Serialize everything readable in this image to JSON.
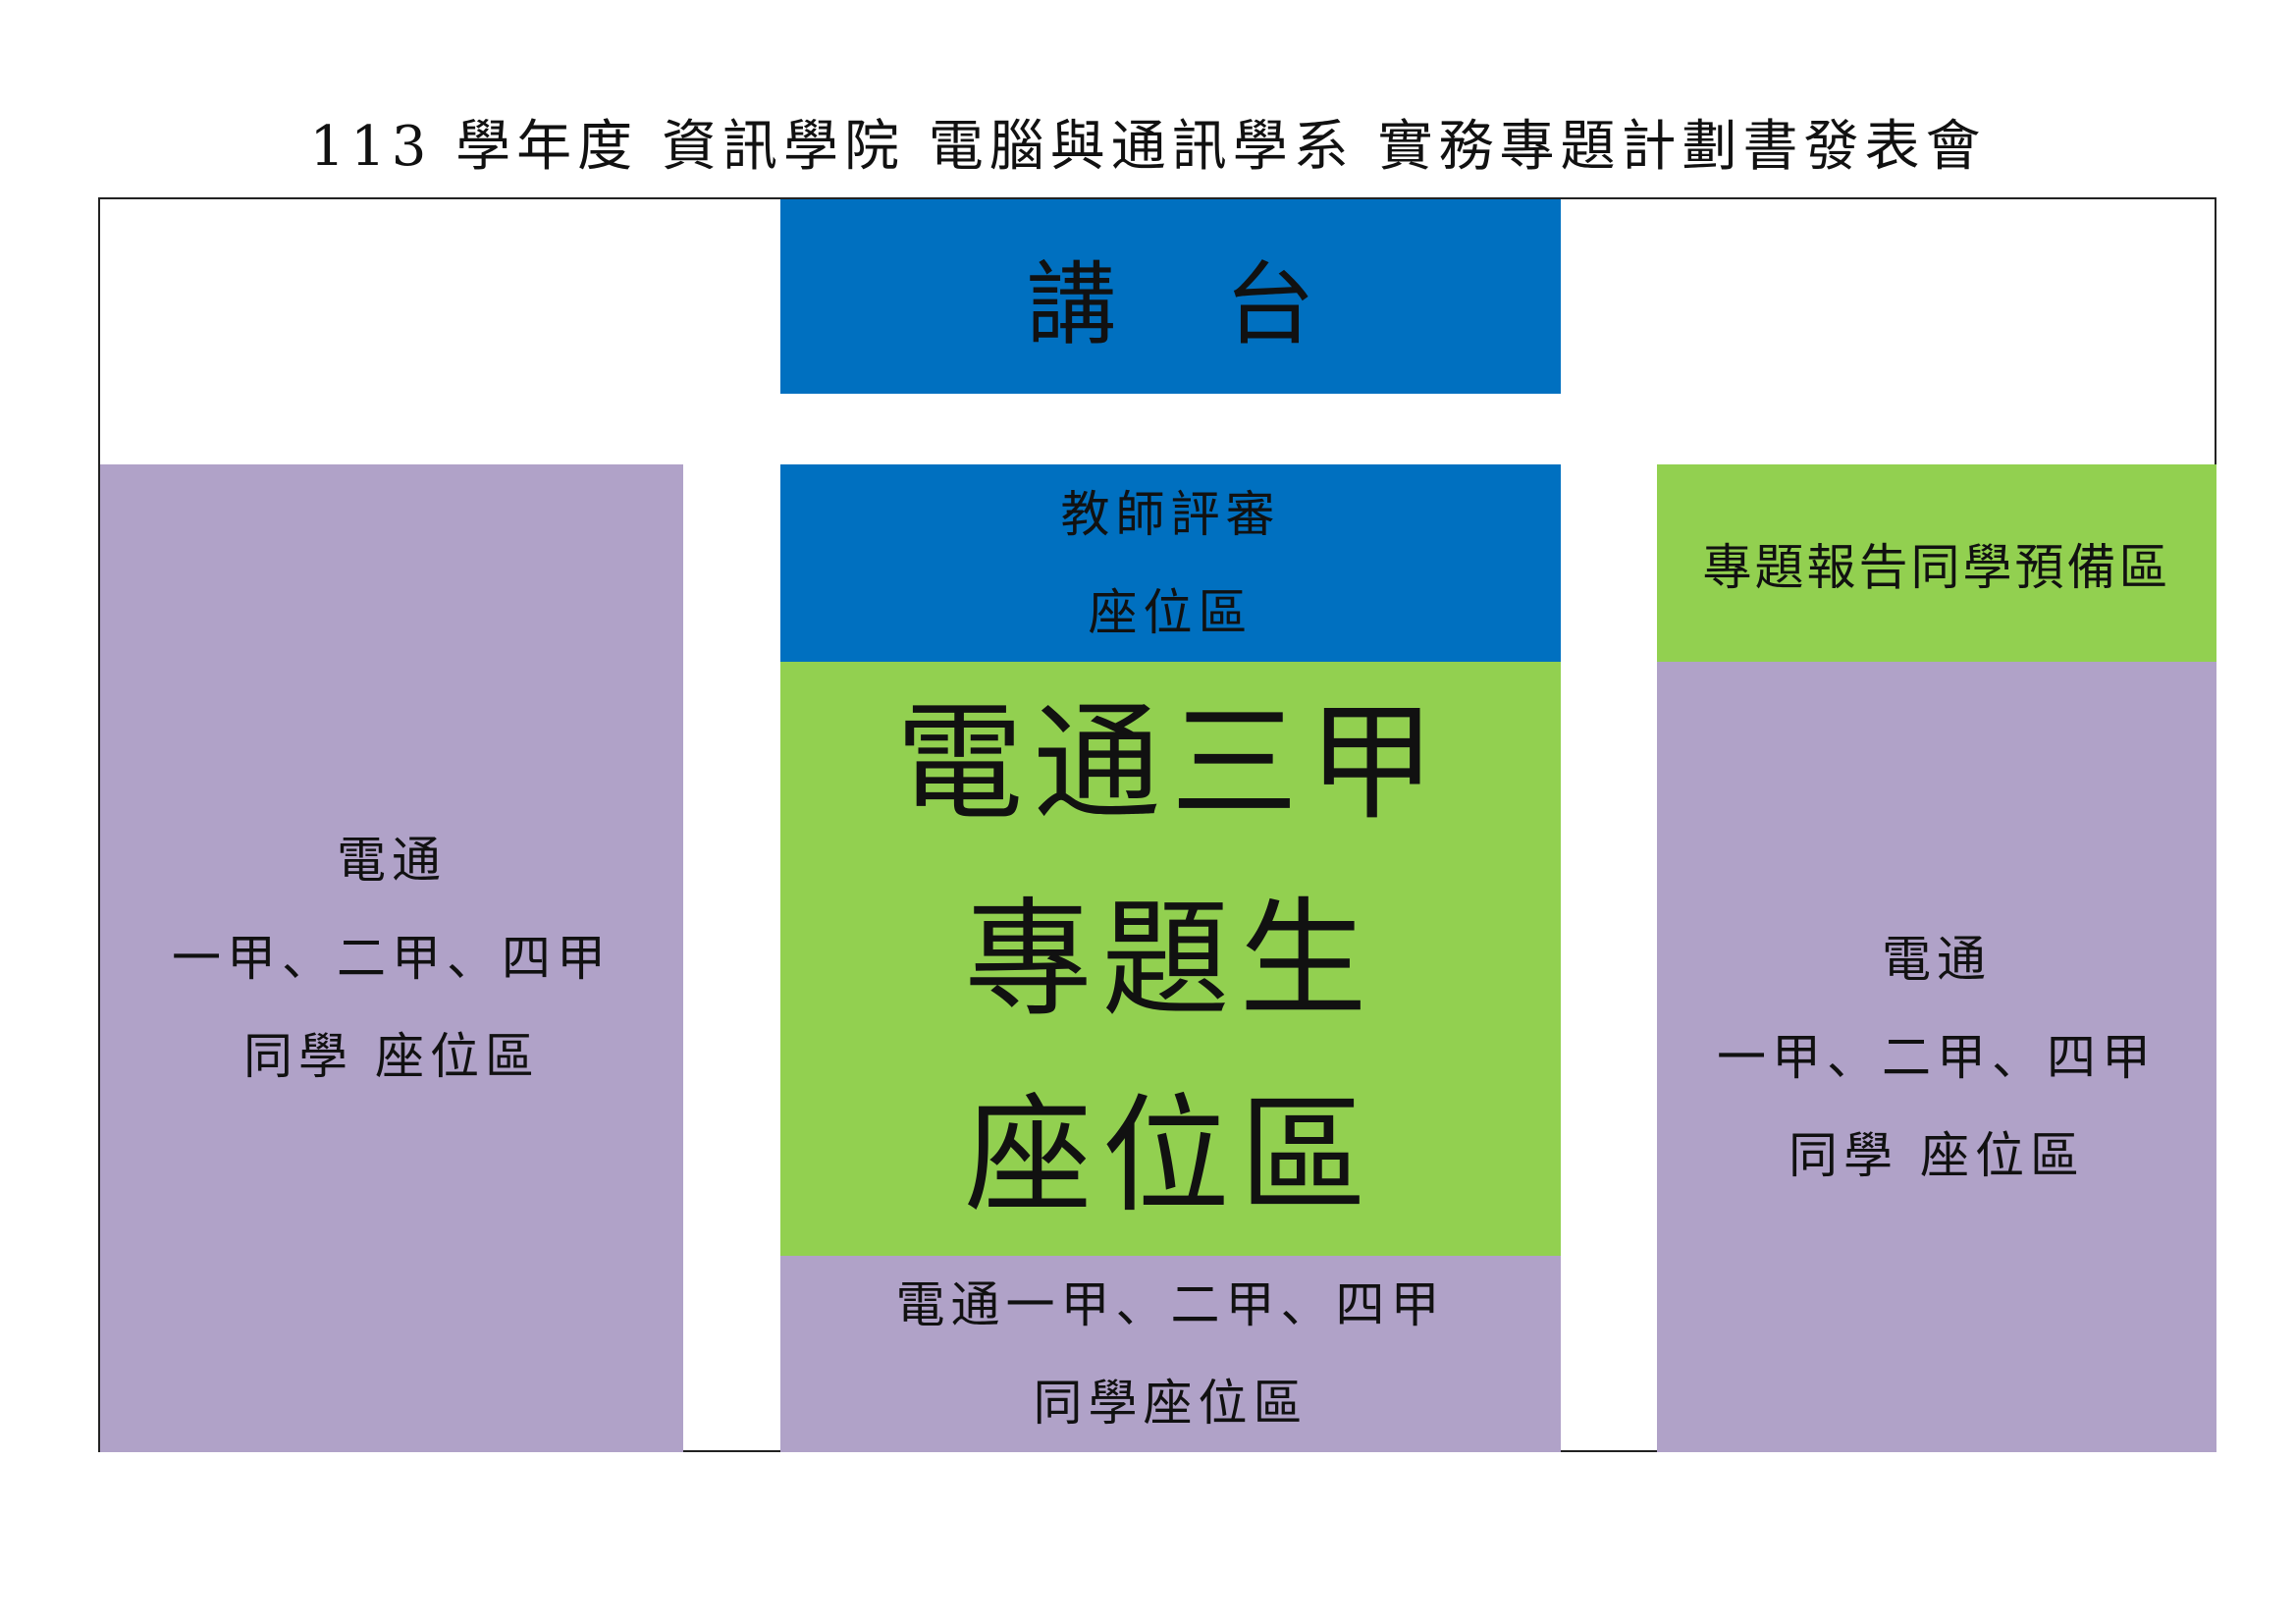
{
  "title": "113 學年度  資訊學院  電腦與通訊學系  實務專題計劃書發表會",
  "colors": {
    "podium": "#0070c0",
    "teacher_seating": "#0070c0",
    "presenter_area": "#92d050",
    "student_seating": "#b0a2c8",
    "border": "#222222"
  },
  "podium": {
    "label": "講台"
  },
  "teacher_seating": {
    "lines": [
      "教師評審",
      "座位區"
    ]
  },
  "junior_seating": {
    "lines": [
      "電通三甲",
      "專題生",
      "座位區"
    ]
  },
  "center_bottom_seating": {
    "lines": [
      "電通一甲、二甲、四甲",
      "同學座位區"
    ]
  },
  "left_seating": {
    "lines": [
      "電通",
      "一甲、二甲、四甲",
      "同學  座位區"
    ]
  },
  "presenter_prep": {
    "label": "專題報告同學預備區"
  },
  "right_seating": {
    "lines": [
      "電通",
      "一甲、二甲、四甲",
      "同學  座位區"
    ]
  }
}
